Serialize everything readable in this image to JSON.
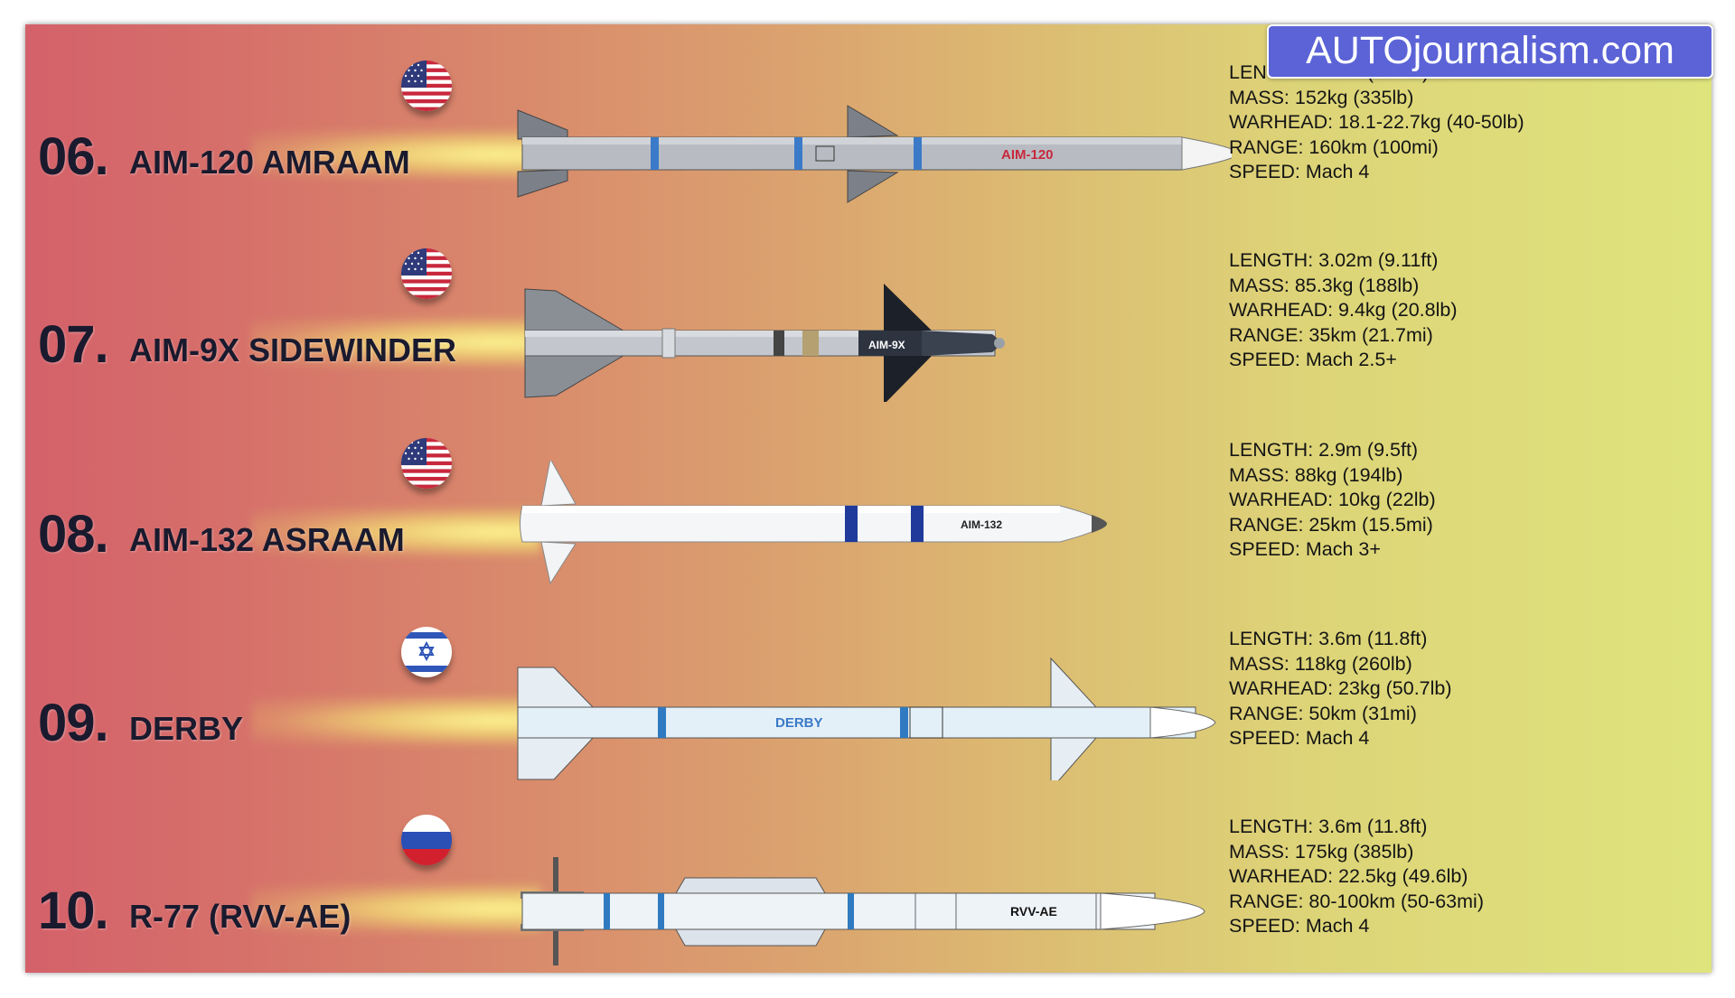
{
  "watermark": "AUTOjournalism.com",
  "missiles": [
    {
      "rank": "06.",
      "name": "AIM-120 AMRAAM",
      "flag": "usa-flag-icon",
      "body_label": "AIM-120",
      "specs": [
        "LENGTH: 3.7m (12.3ft)",
        "MASS: 152kg (335lb)",
        "WARHEAD: 18.1-22.7kg (40-50lb)",
        "RANGE: 160km (100mi)",
        "SPEED: Mach 4"
      ]
    },
    {
      "rank": "07.",
      "name": "AIM-9X SIDEWINDER",
      "flag": "usa-flag-icon",
      "body_label": "AIM-9X",
      "specs": [
        "LENGTH: 3.02m (9.11ft)",
        "MASS: 85.3kg (188lb)",
        "WARHEAD: 9.4kg (20.8lb)",
        "RANGE: 35km (21.7mi)",
        "SPEED: Mach 2.5+"
      ]
    },
    {
      "rank": "08.",
      "name": "AIM-132 ASRAAM",
      "flag": "usa-flag-icon",
      "body_label": "AIM-132",
      "specs": [
        "LENGTH: 2.9m (9.5ft)",
        "MASS: 88kg (194lb)",
        "WARHEAD: 10kg (22lb)",
        "RANGE: 25km (15.5mi)",
        "SPEED: Mach 3+"
      ]
    },
    {
      "rank": "09.",
      "name": "DERBY",
      "flag": "israel-flag-icon",
      "body_label": "DERBY",
      "specs": [
        "LENGTH: 3.6m (11.8ft)",
        "MASS: 118kg (260lb)",
        "WARHEAD: 23kg (50.7lb)",
        "RANGE: 50km (31mi)",
        "SPEED: Mach 4"
      ]
    },
    {
      "rank": "10.",
      "name": "R-77 (RVV-AE)",
      "flag": "russia-flag-icon",
      "body_label": "RVV-AE",
      "specs": [
        "LENGTH: 3.6m (11.8ft)",
        "MASS: 175kg (385lb)",
        "WARHEAD: 22.5kg (49.6lb)",
        "RANGE: 80-100km (50-63mi)",
        "SPEED: Mach 4"
      ]
    }
  ]
}
